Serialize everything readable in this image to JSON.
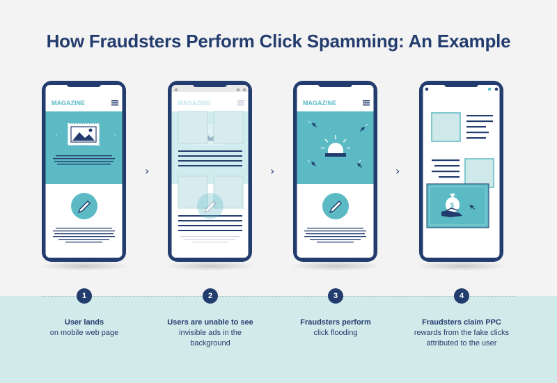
{
  "title": "How Fraudsters Perform Click Spamming: An Example",
  "phone_brand": "MAGAZINE",
  "steps": [
    {
      "number": "1",
      "bold": "User lands",
      "rest": "on mobile web page"
    },
    {
      "number": "2",
      "bold": "Users are unable to see",
      "rest": "invisible ads in the background"
    },
    {
      "number": "3",
      "bold": "Fraudsters perform",
      "rest": "click flooding"
    },
    {
      "number": "4",
      "bold": "Fraudsters claim PPC",
      "rest": "rewards from the fake clicks attributed to the user"
    }
  ],
  "colors": {
    "navy": "#233c6e",
    "teal": "#5bbac4",
    "band": "#d3eaea",
    "bg": "#f3f3f3"
  },
  "icons": [
    "hamburger-icon",
    "image-icon",
    "pencil-icon",
    "siren-icon",
    "cursor-icon",
    "money-bag-icon",
    "chevron-right-icon"
  ]
}
